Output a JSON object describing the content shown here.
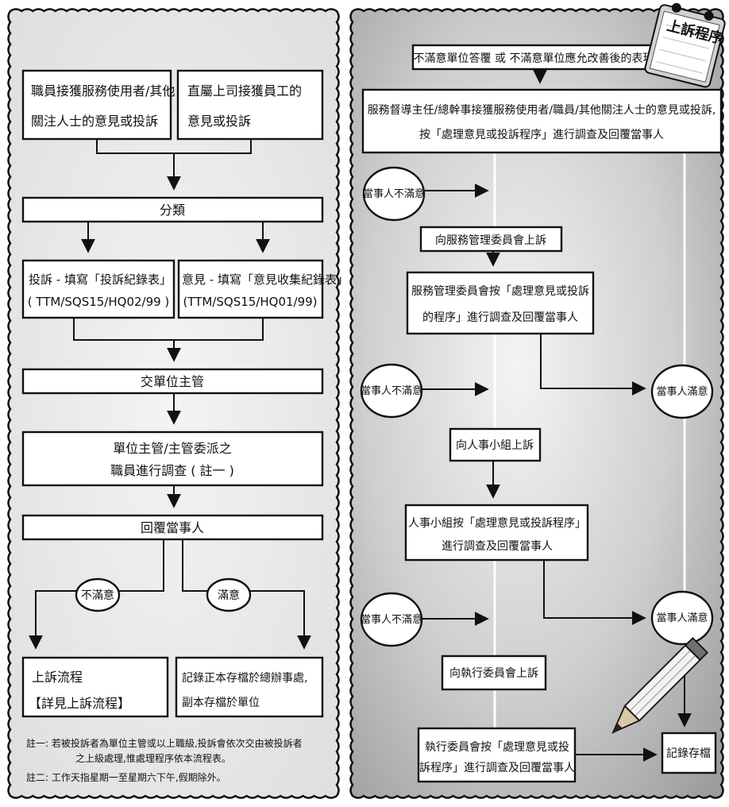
{
  "colors": {
    "panel_left": "#e9e9e9",
    "panel_right": "#c9c9c9",
    "box_fill": "#ffffff",
    "stroke": "#111111"
  },
  "left_panel": {
    "staff_receives": [
      "職員接獲服務使用者/其他",
      "關注人士的意見或投訴"
    ],
    "supervisor_receives": [
      "直屬上司接獲員工的",
      "意見或投訴"
    ],
    "classify": "分類",
    "complaint_form": [
      "投訴 - 填寫「投訴紀錄表」",
      "( TTM/SQS15/HQ02/99 )"
    ],
    "opinion_form": [
      "意見 - 填寫「意見收集紀錄表」",
      "(TTM/SQS15/HQ01/99)"
    ],
    "hand_to_head": "交單位主管",
    "investigation": [
      "單位主管/主管委派之",
      "職員進行調查 ( 註一 )"
    ],
    "reply": "回覆當事人",
    "dissatisfied": "不滿意",
    "satisfied": "滿意",
    "appeal_process": [
      "上訴流程",
      "【詳見上訴流程】"
    ],
    "record_filing": [
      "記錄正本存檔於總辦事處,",
      "副本存檔於單位"
    ],
    "note1": [
      "註一: 若被投訴者為單位主管或以上職級,投訴會依次交由被投訴者",
      "之上級處理,惟處理程序依本流程表。"
    ],
    "note2": "註二: 工作天指星期一至星期六下午,假期除外。"
  },
  "right_panel": {
    "badge_icon": "notepad-icon",
    "badge_text": "上訴程序",
    "top": "不滿意單位答覆 或 不滿意單位應允改善後的表現",
    "supervisor_handles": [
      "服務督導主任/總幹事接獲服務使用者/職員/其他關注人士的意見或投訴,",
      "按「處理意見或投訴程序」進行調查及回覆當事人"
    ],
    "party_dissatisfied": "當事人不滿意",
    "party_satisfied": "當事人滿意",
    "appeal_service_committee": "向服務管理委員會上訴",
    "service_committee_handles": [
      "服務管理委員會按「處理意見或投訴",
      "的程序」進行調查及回覆當事人"
    ],
    "appeal_personnel": "向人事小組上訴",
    "personnel_handles": [
      "人事小組按「處理意見或投訴程序」",
      "進行調查及回覆當事人"
    ],
    "appeal_executive": "向執行委員會上訴",
    "executive_handles": [
      "執行委員會按「處理意見或投",
      "訴程序」進行調查及回覆當事人"
    ],
    "record_filing": "記錄存檔",
    "pencil_icon": "pencil-icon"
  }
}
